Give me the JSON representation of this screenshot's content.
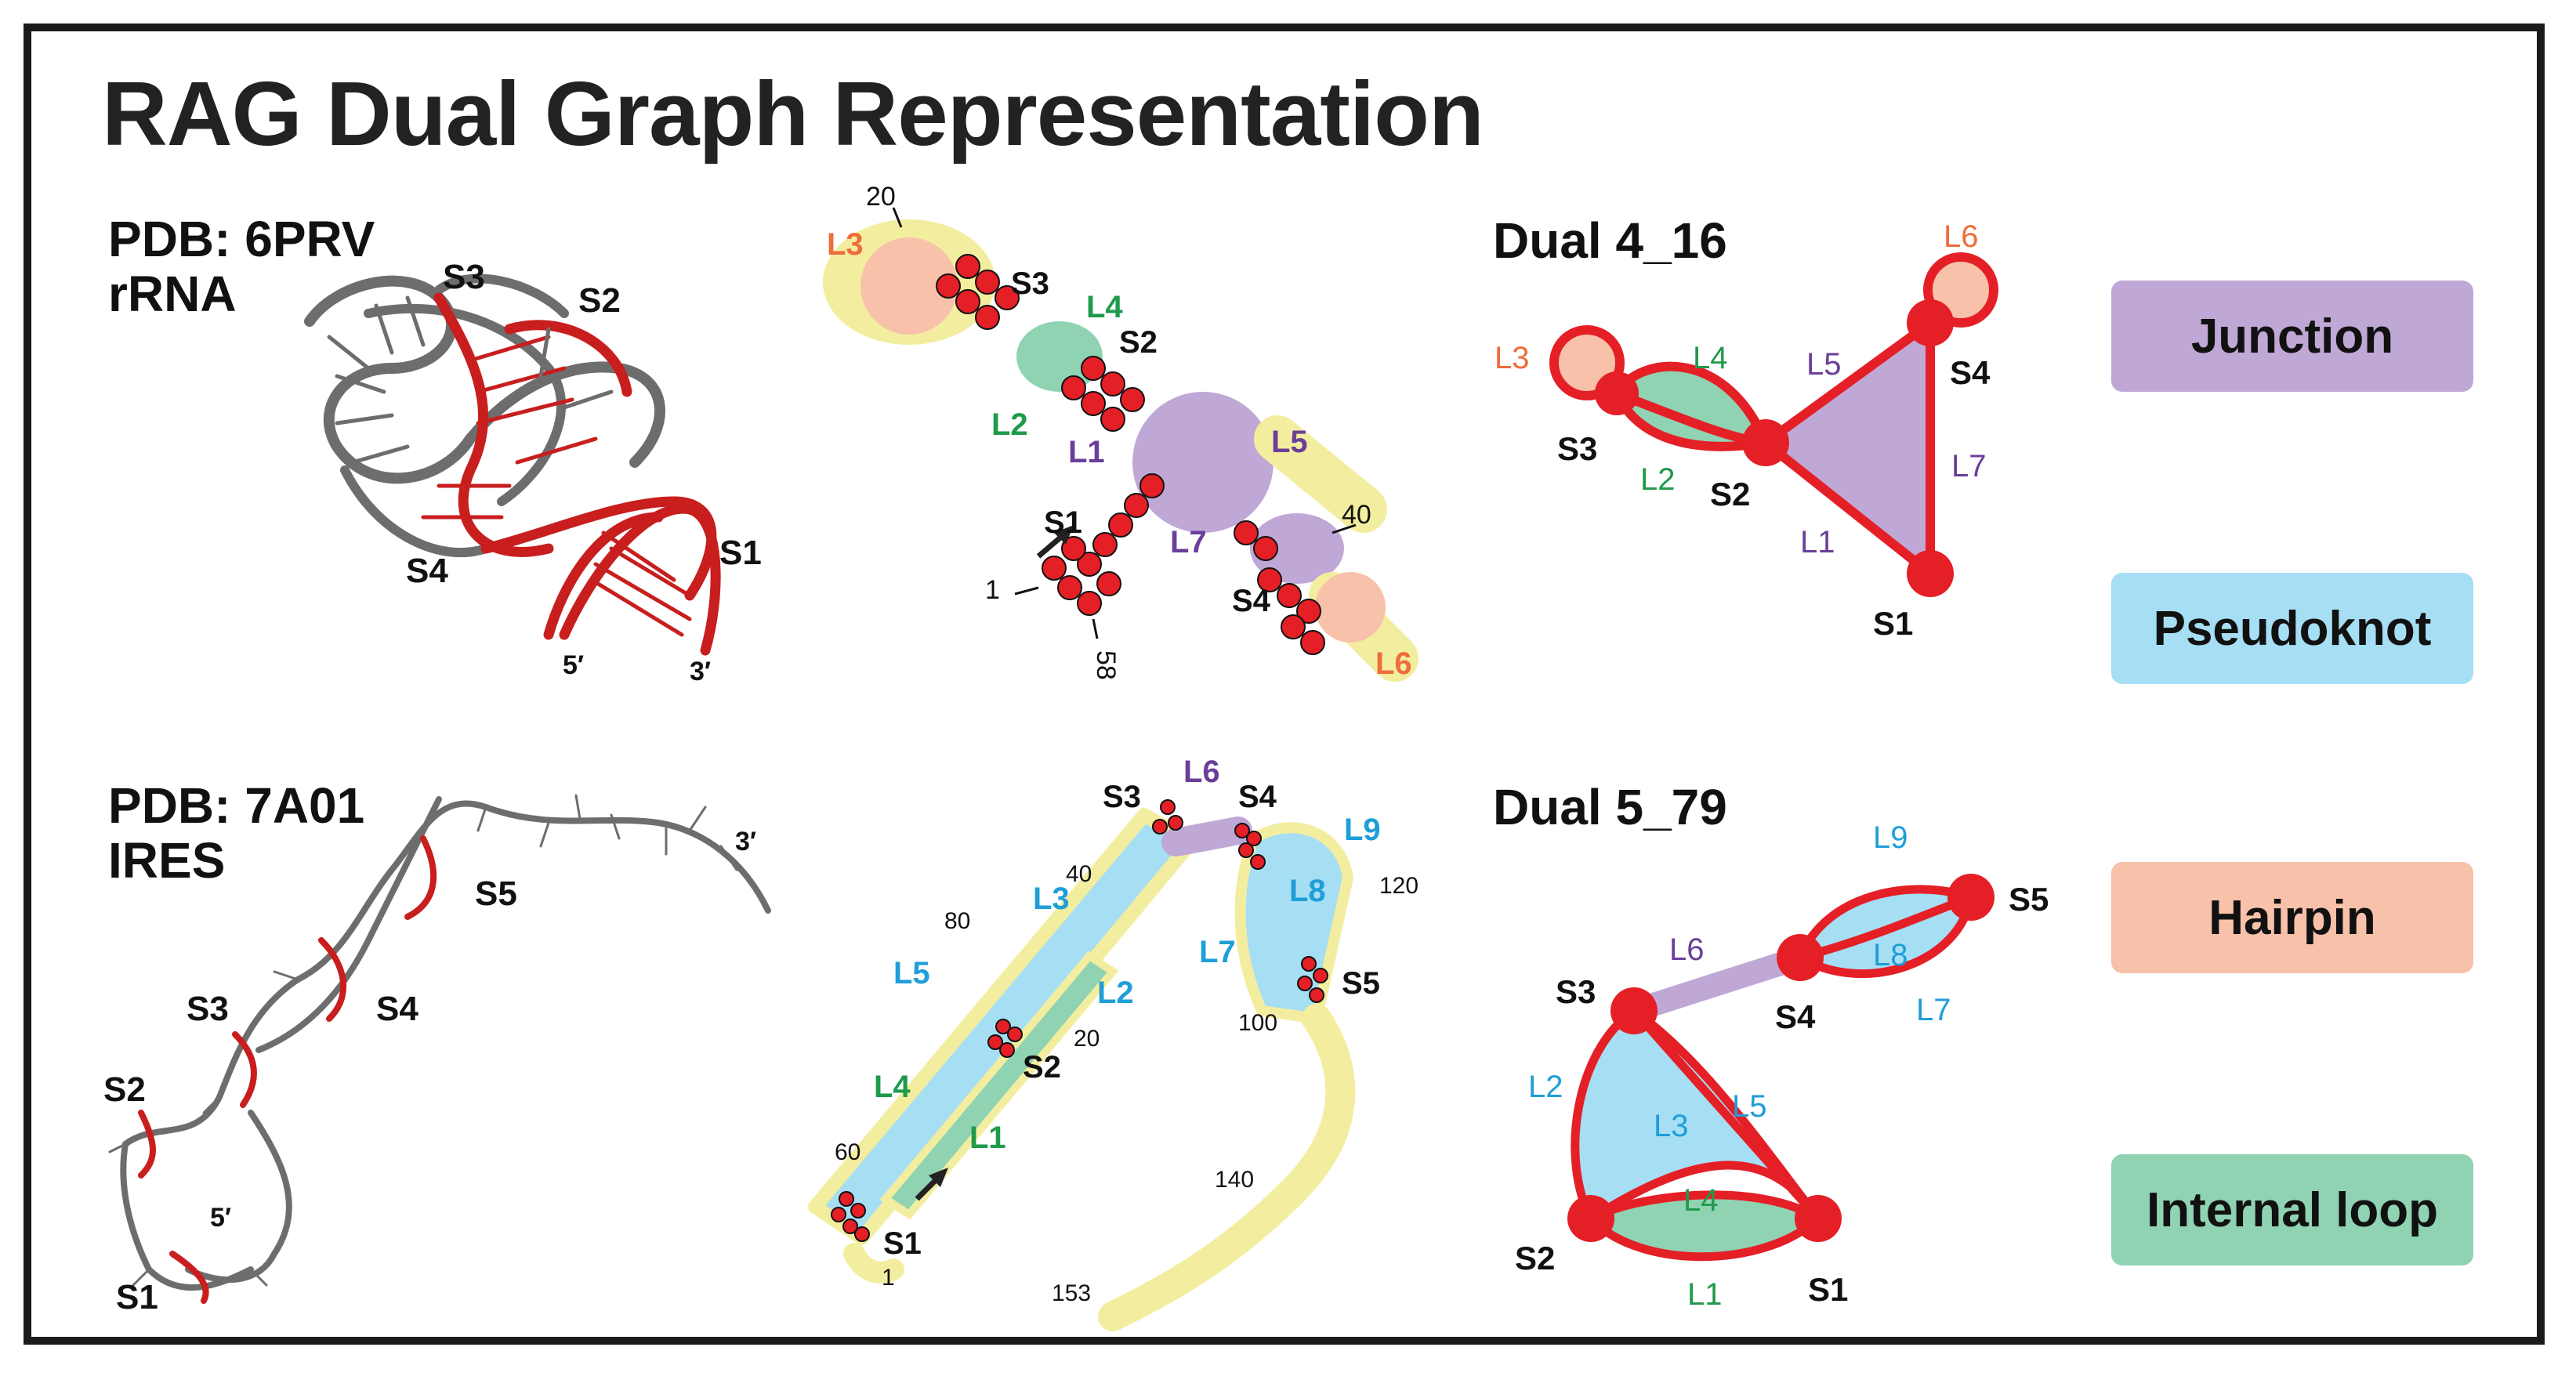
{
  "title": "RAG Dual Graph Representation",
  "colors": {
    "junction": "#c0a8d6",
    "pseudoknot": "#a6def4",
    "hairpin": "#f7c1aa",
    "internal_loop": "#8fd3b2",
    "stem": "#e51f26",
    "backbone": "#6d6d6d",
    "loop_highlight": "#f3ee9f",
    "loop_label_orange": "#ee6d3b",
    "loop_label_green": "#1f9a4b",
    "loop_label_purple": "#6b3f99",
    "loop_label_blue": "#1f9ed8"
  },
  "top": {
    "pdb": "PDB: 6PRV",
    "type": "rRNA",
    "structure_labels": {
      "s3": "S3",
      "s2": "S2",
      "s1": "S1",
      "s4": "S4",
      "five": "5′",
      "three": "3′"
    },
    "secondary": {
      "stems": [
        "S1",
        "S2",
        "S3",
        "S4"
      ],
      "loops": [
        "L1",
        "L2",
        "L3",
        "L4",
        "L5",
        "L6",
        "L7"
      ],
      "positions": [
        "20",
        "40",
        "1",
        "58"
      ]
    },
    "dual": {
      "title": "Dual 4_16",
      "nodes": [
        "S1",
        "S2",
        "S3",
        "S4"
      ],
      "edges": [
        "L1",
        "L2",
        "L3",
        "L4",
        "L5",
        "L6",
        "L7"
      ]
    }
  },
  "bottom": {
    "pdb": "PDB: 7A01",
    "type": "IRES",
    "structure_labels": {
      "s5": "S5",
      "s3": "S3",
      "s4": "S4",
      "s2": "S2",
      "s1": "S1",
      "five": "5′",
      "three": "3′"
    },
    "secondary": {
      "stems": [
        "S1",
        "S2",
        "S3",
        "S4",
        "S5"
      ],
      "loops": [
        "L1",
        "L2",
        "L3",
        "L4",
        "L5",
        "L6",
        "L7",
        "L8",
        "L9"
      ],
      "positions": [
        "80",
        "40",
        "20",
        "60",
        "1",
        "120",
        "100",
        "140",
        "153"
      ]
    },
    "dual": {
      "title": "Dual 5_79",
      "nodes": [
        "S1",
        "S2",
        "S3",
        "S4",
        "S5"
      ],
      "edges": [
        "L1",
        "L2",
        "L3",
        "L4",
        "L5",
        "L6",
        "L7",
        "L8",
        "L9"
      ]
    }
  },
  "legend": [
    "Junction",
    "Pseudoknot",
    "Hairpin",
    "Internal loop"
  ]
}
